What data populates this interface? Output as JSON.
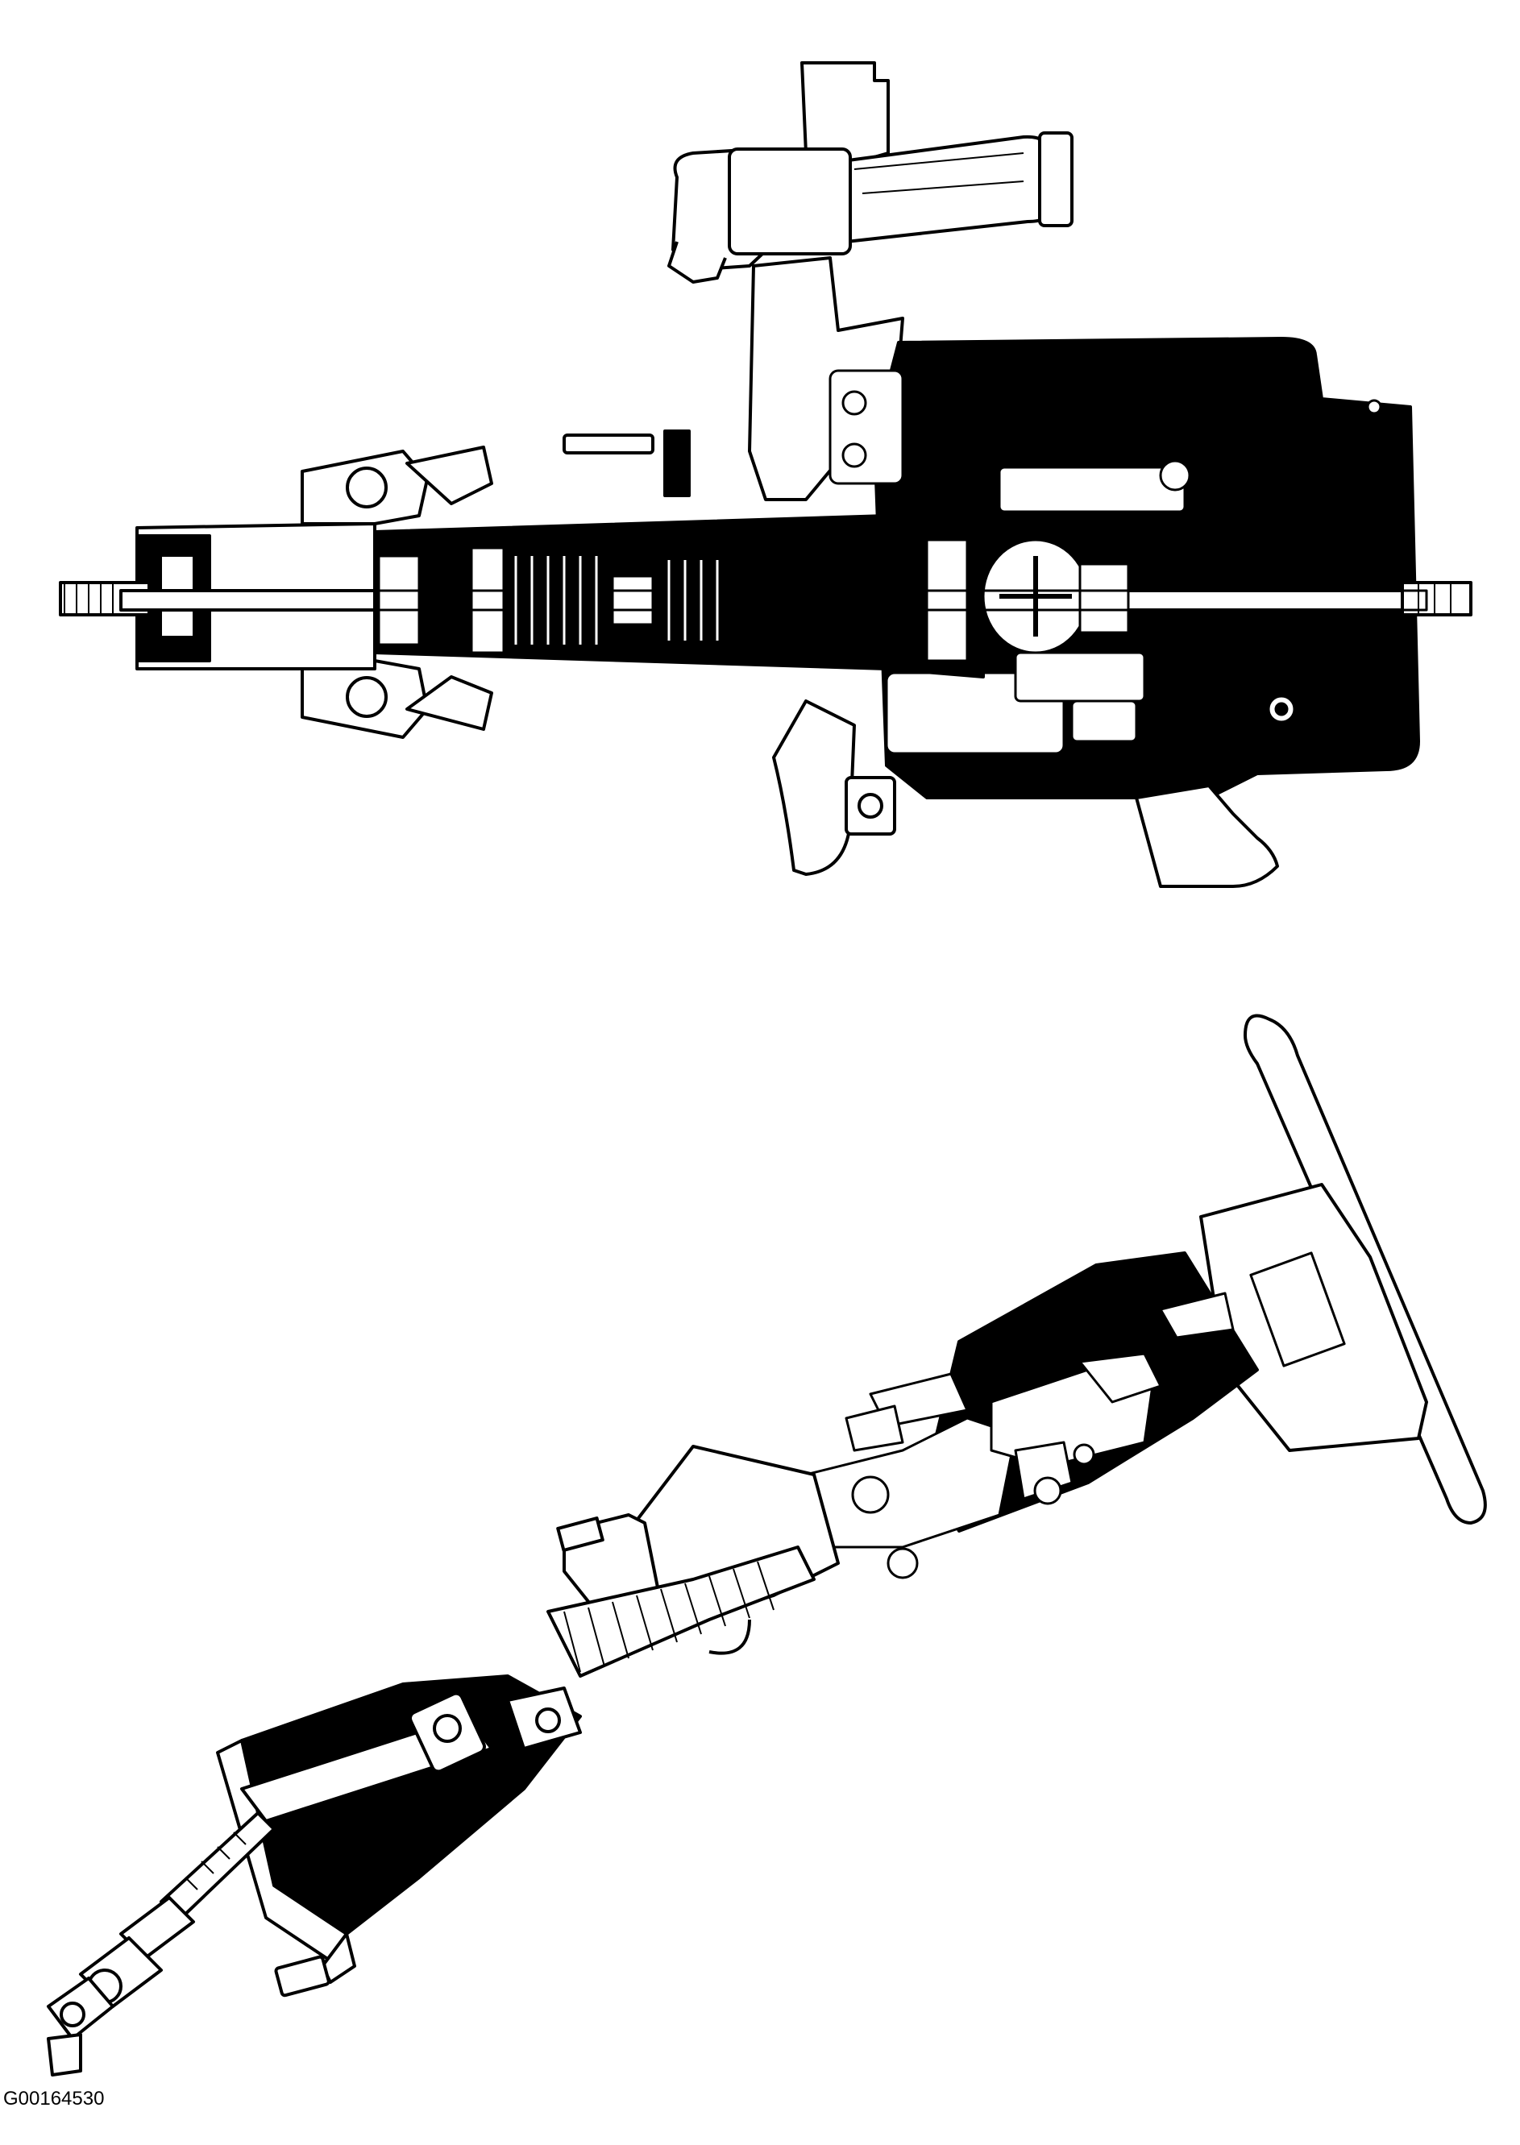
{
  "figure": {
    "code": "G00164530",
    "colors": {
      "ink": "#000000",
      "paper": "#ffffff"
    },
    "views": [
      {
        "name": "column-cutaway-side-view"
      },
      {
        "name": "column-installed-angled-view"
      }
    ]
  }
}
